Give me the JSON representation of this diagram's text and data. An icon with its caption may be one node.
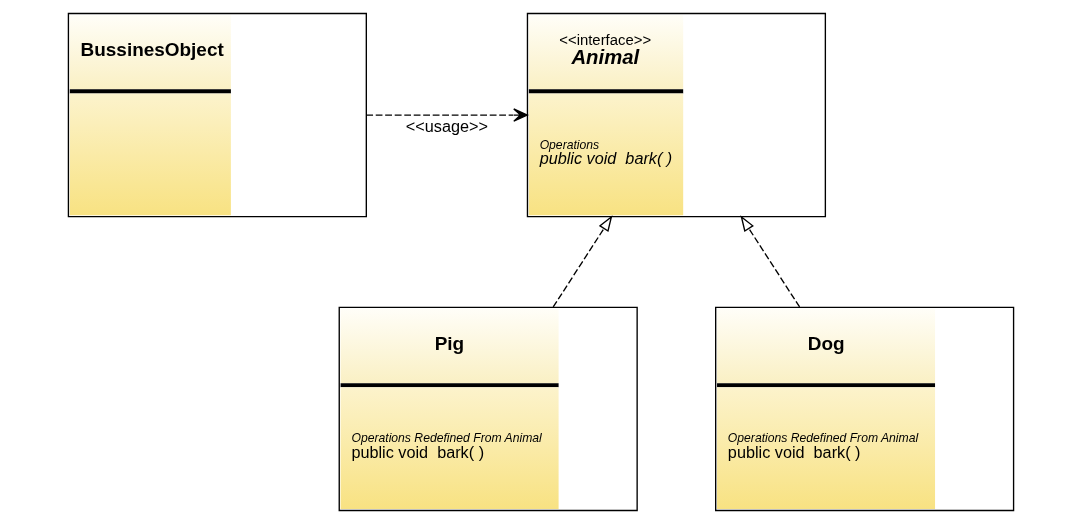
{
  "diagram": {
    "nodes": [
      {
        "text": [
          "<<interface>>",
          "Animal",
          "Operations",
          "public void  bark( )"
        ]
      },
      {
        "text": [
          "BussinesObject"
        ]
      },
      {
        "text": [
          "Pig",
          "Operations Redefined From Animal",
          "public void  bark( )"
        ]
      },
      {
        "text": [
          "Dog",
          "Operations Redefined From Animal",
          "public void  bark( )"
        ]
      }
    ],
    "edges": [
      {
        "from": 1,
        "to": 0,
        "arrow": "to",
        "style": "dashed",
        "label": "<<usage>>"
      },
      {
        "from": 2,
        "to": 0,
        "arrow": "to",
        "style": "dashed"
      },
      {
        "from": 3,
        "to": 0,
        "arrow": "to",
        "style": "dashed"
      }
    ]
  }
}
